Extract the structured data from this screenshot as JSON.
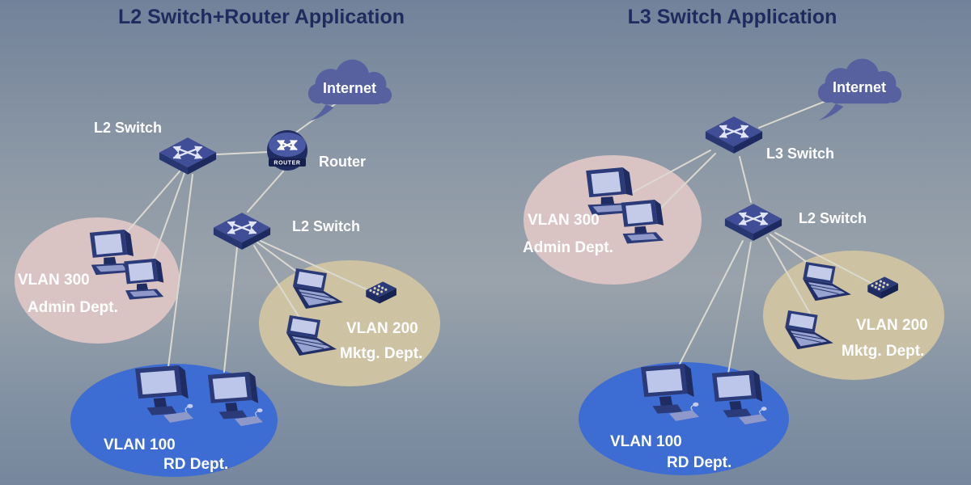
{
  "colors": {
    "title": "#1f2a5e",
    "line": "#dbd9d0",
    "cloud": "#57619f",
    "vlan300": "#d9c4c3",
    "vlan200": "#cdc2a2",
    "vlan100": "#3d6cd3"
  },
  "left": {
    "title": "L2 Switch+Router Application",
    "internet_label": "Internet",
    "switch_top_label": "L2 Switch",
    "router_label": "Router",
    "router_badge": "ROUTER",
    "switch_mid_label": "L2 Switch",
    "vlan300_name": "VLAN 300",
    "vlan300_dept": "Admin Dept.",
    "vlan200_name": "VLAN 200",
    "vlan200_dept": "Mktg. Dept.",
    "vlan100_name": "VLAN 100",
    "vlan100_dept": "RD Dept."
  },
  "right": {
    "title": "L3 Switch Application",
    "internet_label": "Internet",
    "switch_l3_label": "L3 Switch",
    "switch_l2_label": "L2 Switch",
    "vlan300_name": "VLAN 300",
    "vlan300_dept": "Admin Dept.",
    "vlan200_name": "VLAN 200",
    "vlan200_dept": "Mktg. Dept.",
    "vlan100_name": "VLAN 100",
    "vlan100_dept": "RD Dept."
  }
}
